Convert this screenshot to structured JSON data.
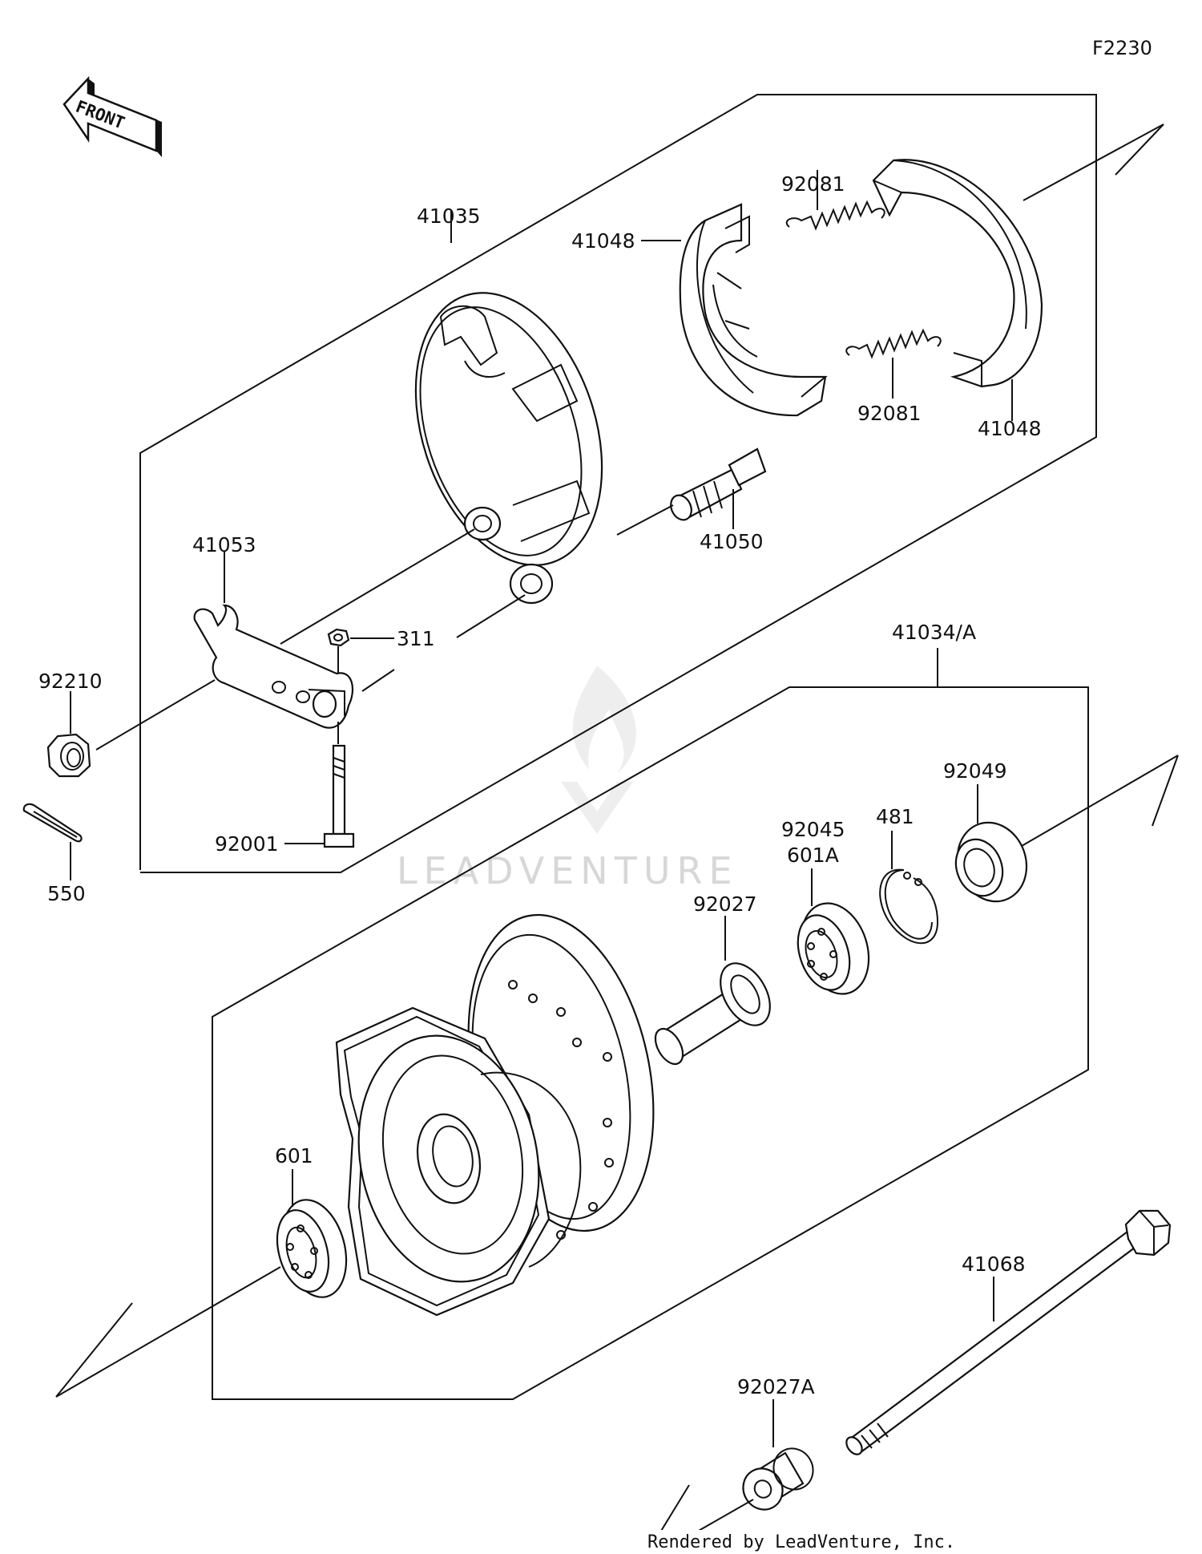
{
  "diagram_code": "F2230",
  "front_label": "FRONT",
  "watermark": "LEADVENTURE",
  "credit": "Rendered by LeadVenture, Inc.",
  "parts": {
    "p41035": "41035",
    "p41048_left": "41048",
    "p41048_right": "41048",
    "p92081_top": "92081",
    "p92081_bottom": "92081",
    "p41050": "41050",
    "p41053": "41053",
    "p311": "311",
    "p92210": "92210",
    "p92001": "92001",
    "p550": "550",
    "p41034A": "41034/A",
    "p92049": "92049",
    "p481": "481",
    "p92045": "92045",
    "p601A": "601A",
    "p92027": "92027",
    "p601": "601",
    "p41068": "41068",
    "p92027A": "92027A"
  }
}
